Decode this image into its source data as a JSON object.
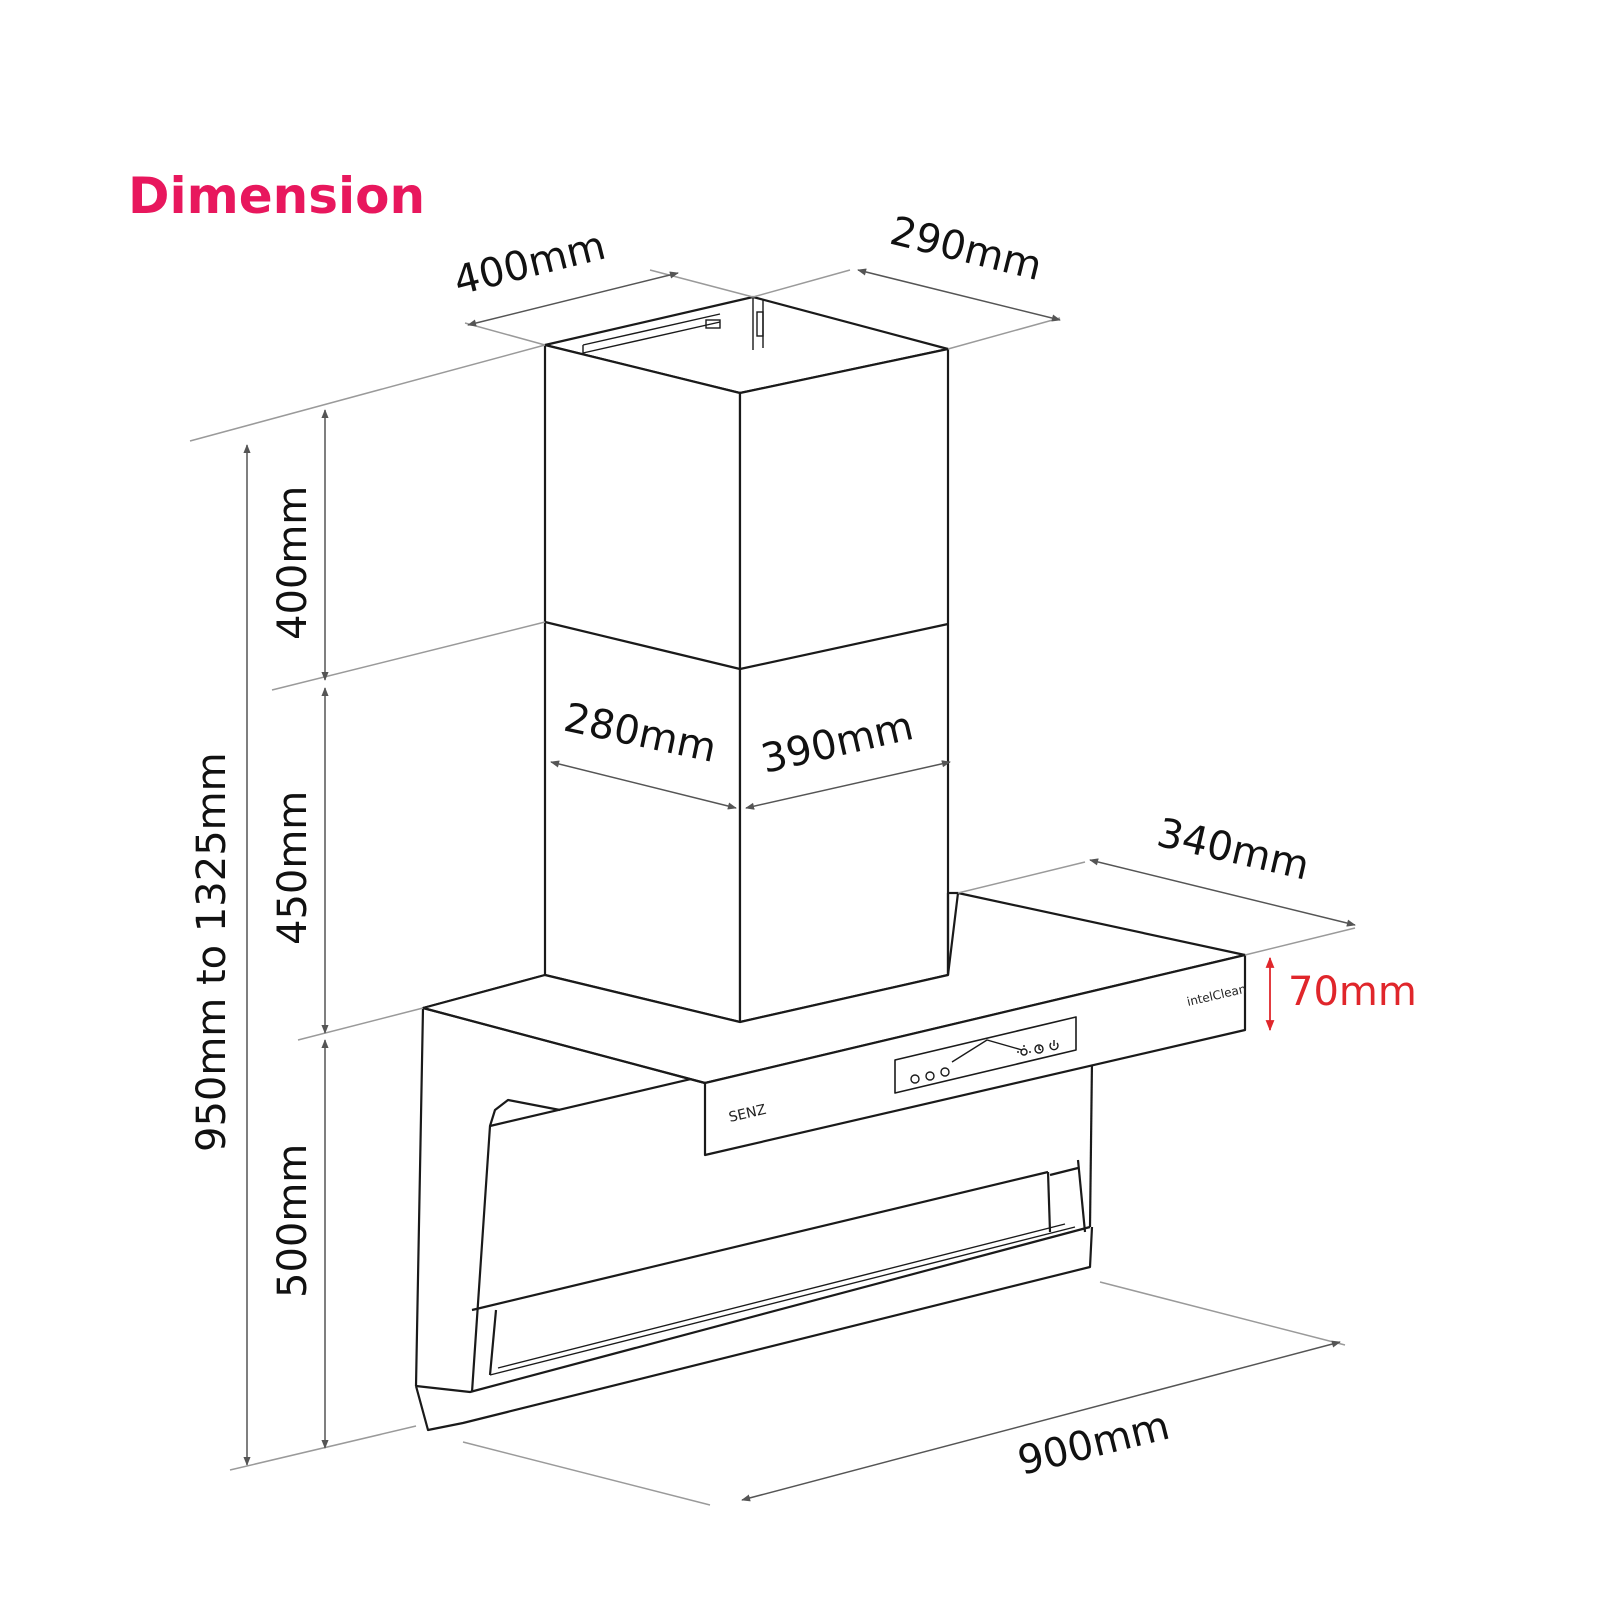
{
  "title": "Dimension",
  "colors": {
    "title": "#e8175d",
    "highlight": "#e0262b",
    "line": "#1a1a1a",
    "dimension_line": "#555555"
  },
  "dimensions": {
    "chimney_top_width": "400mm",
    "chimney_top_depth": "290mm",
    "chimney_upper_height": "400mm",
    "chimney_lower_height": "450mm",
    "hood_body_height": "500mm",
    "total_height": "950mm to 1325mm",
    "chimney_body_depth": "280mm",
    "chimney_body_width": "390mm",
    "hood_depth": "340mm",
    "panel_thickness": "70mm",
    "hood_width": "900mm"
  },
  "branding": {
    "front_logo": "SENZ",
    "panel_logo": "intelClean"
  },
  "icons": {
    "dimension_arrow": "arrowhead-icon",
    "control_panel_buttons": [
      "fan-speed-icon",
      "fan-speed-icon",
      "fan-speed-icon",
      "light-icon",
      "timer-icon",
      "power-icon"
    ]
  }
}
